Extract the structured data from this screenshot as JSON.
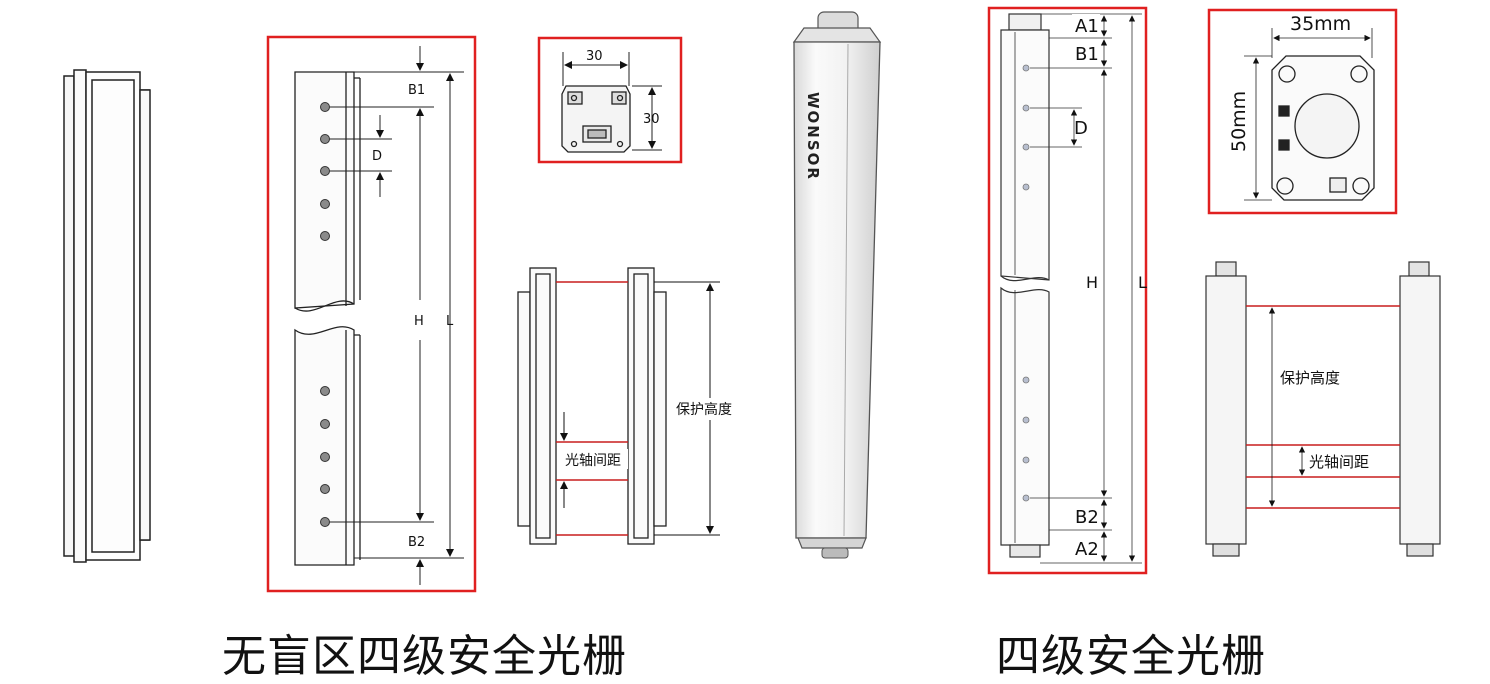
{
  "colors": {
    "frame": "#e02020",
    "line": "#111111",
    "body": "#f4f4f4",
    "beam": "#c81e1e"
  },
  "left_group": {
    "caption": "无盲区四级安全光栅",
    "dim_b1": "B1",
    "dim_b2": "B2",
    "dim_d": "D",
    "dim_h": "H",
    "dim_l": "L",
    "section_width": "30",
    "section_height": "30",
    "protect_height": "保护高度",
    "beam_pitch": "光轴间距"
  },
  "product_photo": {
    "brand": "WONSOR"
  },
  "right_group": {
    "caption": "四级安全光栅",
    "dim_a1": "A1",
    "dim_b1": "B1",
    "dim_d": "D",
    "dim_h": "H",
    "dim_l": "L",
    "dim_b2": "B2",
    "dim_a2": "A2",
    "section_width": "35mm",
    "section_height": "50mm",
    "protect_height": "保护高度",
    "beam_pitch": "光轴间距"
  }
}
